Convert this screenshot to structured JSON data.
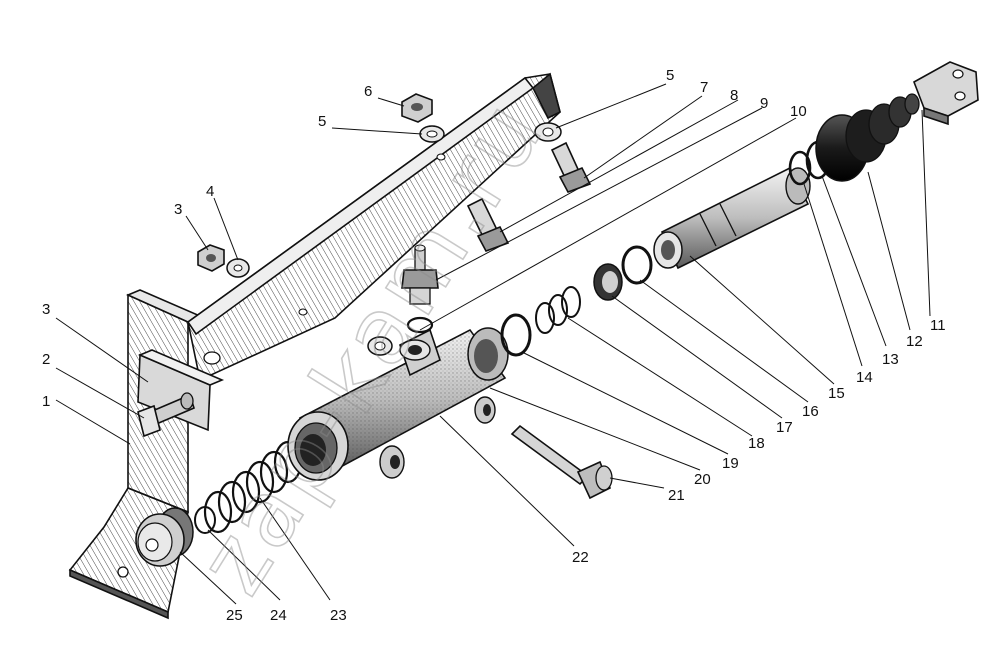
{
  "watermark": "zap-kam.ru",
  "labels": {
    "l1": "1",
    "l2": "2",
    "l3a": "3",
    "l3b": "3",
    "l4": "4",
    "l5a": "5",
    "l5b": "5",
    "l6": "6",
    "l7": "7",
    "l8": "8",
    "l9": "9",
    "l10": "10",
    "l11": "11",
    "l12": "12",
    "l13": "13",
    "l14": "14",
    "l15": "15",
    "l16": "16",
    "l17": "17",
    "l18": "18",
    "l19": "19",
    "l20": "20",
    "l21": "21",
    "l22": "22",
    "l23": "23",
    "l24": "24",
    "l25": "25"
  },
  "colors": {
    "ink": "#111111",
    "paper": "#ffffff",
    "shade": "#cfcfcf",
    "watermark": "#8a8a8a"
  }
}
